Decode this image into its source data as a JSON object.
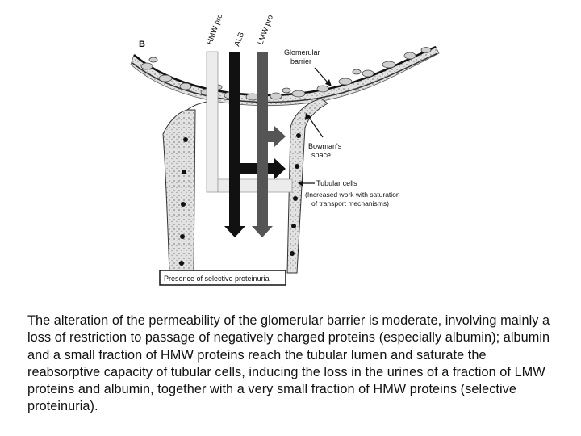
{
  "figure": {
    "panel_letter": "B",
    "protein_labels": {
      "hmw": "HMW proteins",
      "alb": "ALB",
      "lmw": "LMW proteins"
    },
    "callouts": {
      "glomerular_barrier": [
        "Glomerular",
        "barrier"
      ],
      "bowmans_space": [
        "Bowman's",
        "space"
      ],
      "tubular_cells": "Tubular cells",
      "note": [
        "(Increased work with saturation",
        "of transport mechanisms)"
      ]
    },
    "result_box": "Presence of selective proteinuria"
  },
  "caption": "The alteration of the permeability of the glomerular barrier is moderate, involving mainly a loss of restriction to passage of negatively charged proteins (especially albumin); albumin and a small fraction of HMW proteins reach the tubular lumen and saturate the reabsorptive capacity of tubular cells, inducing the loss in the urines of a fraction of LMW proteins and albumin, together with a very small fraction of HMW proteins (selective proteinuria)."
}
